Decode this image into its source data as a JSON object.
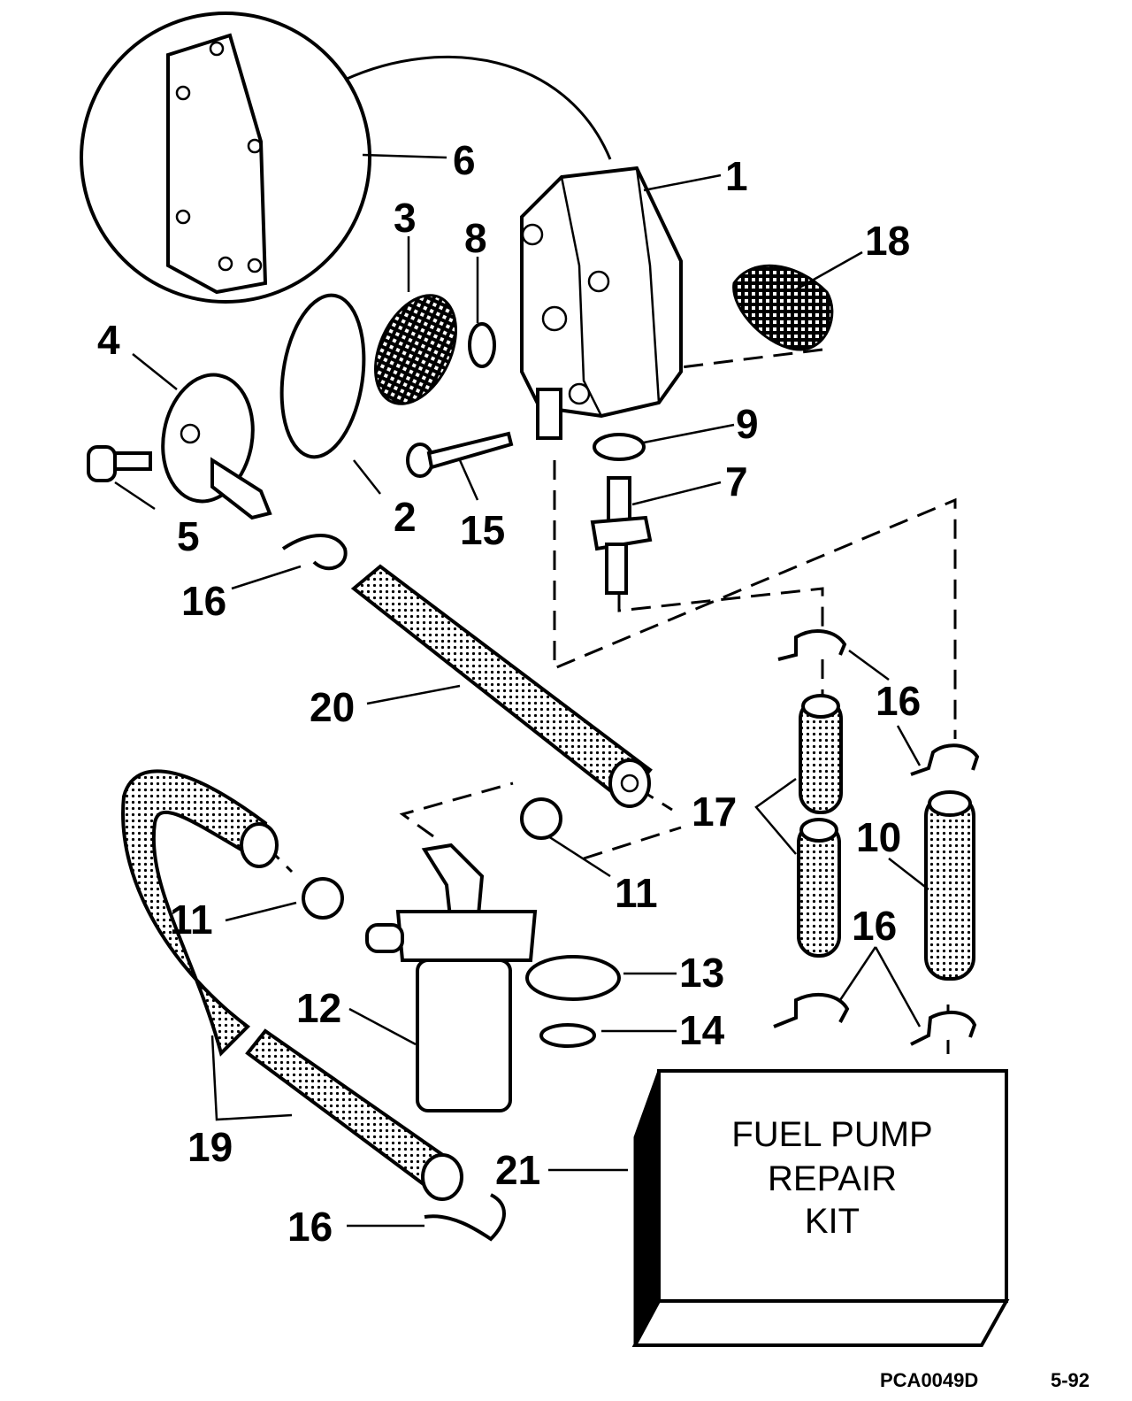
{
  "diagram": {
    "callouts": [
      {
        "id": "1",
        "label": "1"
      },
      {
        "id": "2",
        "label": "2"
      },
      {
        "id": "3",
        "label": "3"
      },
      {
        "id": "4",
        "label": "4"
      },
      {
        "id": "5",
        "label": "5"
      },
      {
        "id": "6",
        "label": "6"
      },
      {
        "id": "7",
        "label": "7"
      },
      {
        "id": "8",
        "label": "8"
      },
      {
        "id": "9",
        "label": "9"
      },
      {
        "id": "10",
        "label": "10"
      },
      {
        "id": "11a",
        "label": "11"
      },
      {
        "id": "11b",
        "label": "11"
      },
      {
        "id": "12",
        "label": "12"
      },
      {
        "id": "13",
        "label": "13"
      },
      {
        "id": "14",
        "label": "14"
      },
      {
        "id": "15",
        "label": "15"
      },
      {
        "id": "16a",
        "label": "16"
      },
      {
        "id": "16b",
        "label": "16"
      },
      {
        "id": "16c",
        "label": "16"
      },
      {
        "id": "16d",
        "label": "16"
      },
      {
        "id": "17",
        "label": "17"
      },
      {
        "id": "18",
        "label": "18"
      },
      {
        "id": "19",
        "label": "19"
      },
      {
        "id": "20",
        "label": "20"
      },
      {
        "id": "21",
        "label": "21"
      }
    ],
    "kit_box": {
      "line1": "FUEL PUMP",
      "line2": "REPAIR",
      "line3": "KIT"
    },
    "footer": {
      "code": "PCA0049D",
      "page": "5-92"
    }
  }
}
